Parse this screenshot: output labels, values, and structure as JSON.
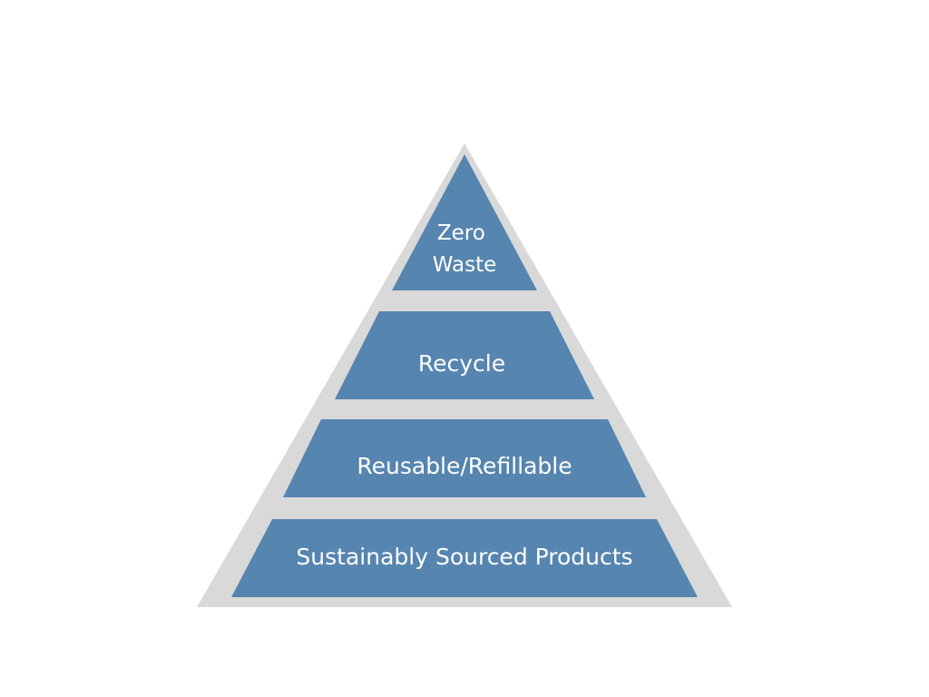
{
  "diagram": {
    "type": "pyramid",
    "colors": {
      "outline": "#d9d9da",
      "tier_fill": "#5685b0",
      "text": "#ffffff",
      "background": "#ffffff"
    },
    "tiers": [
      {
        "label_lines": [
          "Zero",
          "Waste"
        ]
      },
      {
        "label_lines": [
          "Recycle"
        ]
      },
      {
        "label_lines": [
          "Reusable/Refillable"
        ]
      },
      {
        "label_lines": [
          "Sustainably Sourced Products"
        ]
      }
    ]
  }
}
